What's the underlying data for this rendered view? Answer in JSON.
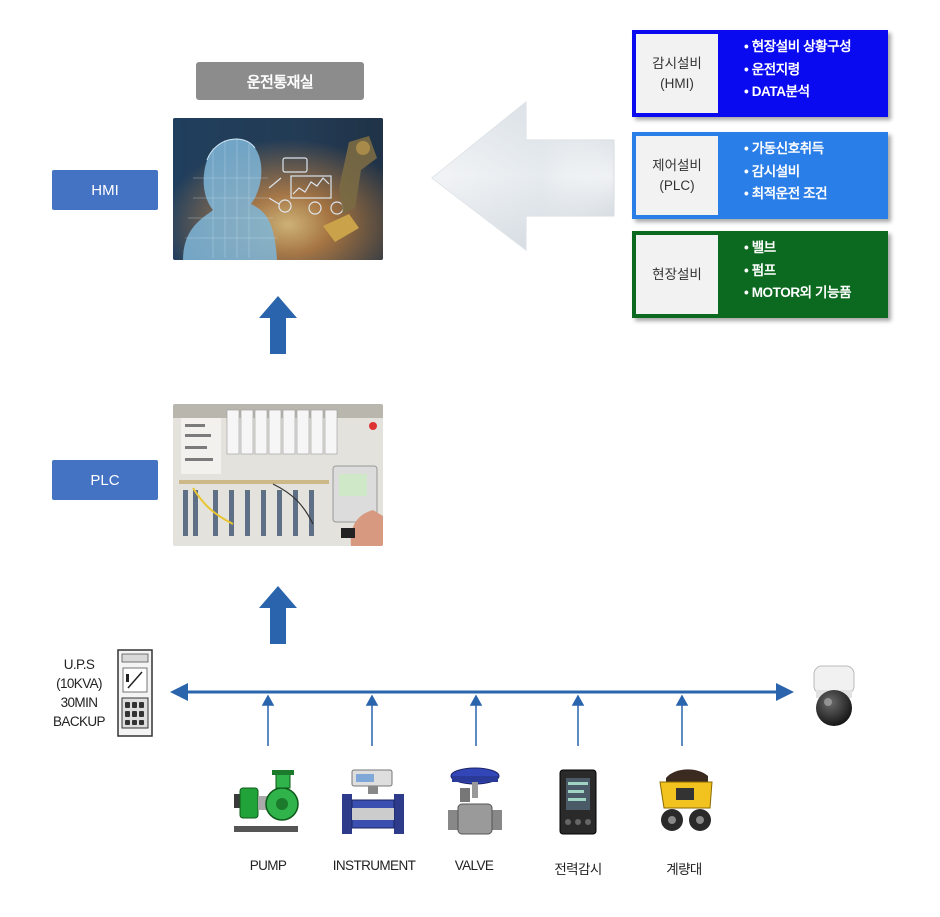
{
  "control_room": {
    "label": "운전통재실"
  },
  "tags": {
    "hmi": "HMI",
    "plc": "PLC"
  },
  "legend": [
    {
      "cat_line1": "감시설비",
      "cat_line2": "(HMI)",
      "color": "#0a0af0",
      "items": [
        "현장설비 상황구성",
        "운전지령",
        "DATA분석"
      ]
    },
    {
      "cat_line1": "제어설비",
      "cat_line2": "(PLC)",
      "color": "#2a7ee8",
      "items": [
        "가동신호취득",
        "감시설비",
        "최적운전 조건"
      ]
    },
    {
      "cat_line1": "현장설비",
      "cat_line2": "",
      "color": "#0c6a20",
      "items": [
        "밸브",
        "펌프",
        "MOTOR외 기능품"
      ]
    }
  ],
  "ups": {
    "line1": "U.P.S",
    "line2": "(10KVA)",
    "line3": "30MIN",
    "line4": "BACKUP"
  },
  "devices": [
    {
      "label": "PUMP",
      "icon": "pump-icon"
    },
    {
      "label": "INSTRUMENT",
      "icon": "flowmeter-icon"
    },
    {
      "label": "VALVE",
      "icon": "control-valve-icon"
    },
    {
      "label": "전력감시",
      "icon": "power-meter-icon"
    },
    {
      "label": "계량대",
      "icon": "dump-truck-icon"
    }
  ],
  "colors": {
    "arrow": "#2a64ad",
    "tag": "#4473c4",
    "room": "#8c8c8c"
  }
}
